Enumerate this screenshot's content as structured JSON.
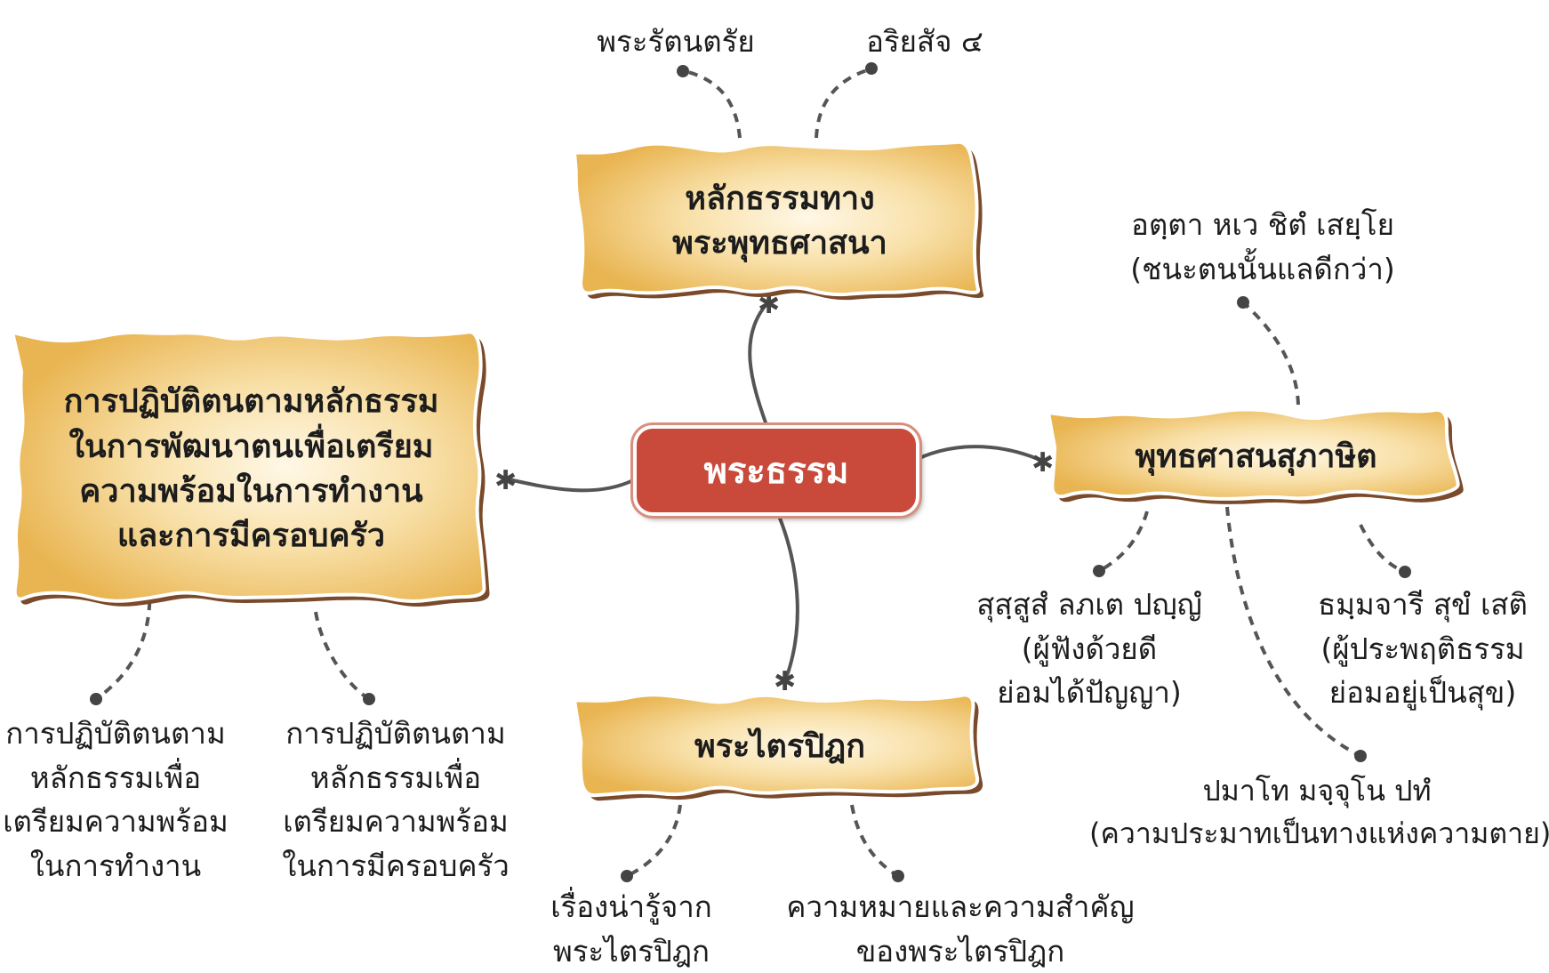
{
  "center": {
    "label": "พระธรรม"
  },
  "nodes": {
    "doctrine": {
      "lines": [
        "หลักธรรมทาง",
        "พระพุทธศาสนา"
      ]
    },
    "practice": {
      "lines": [
        "การปฏิบัติตนตามหลักธรรม",
        "ในการพัฒนาตนเพื่อเตรียม",
        "ความพร้อมในการทำงาน",
        "และการมีครอบครัว"
      ]
    },
    "proverbs": {
      "lines": [
        "พุทธศาสนสุภาษิต"
      ]
    },
    "tripitaka": {
      "lines": [
        "พระไตรปิฎก"
      ]
    }
  },
  "leaves": {
    "triple_gem": {
      "lines": [
        "พระรัตนตรัย"
      ]
    },
    "four_noble_truths": {
      "lines": [
        "อริยสัจ ๔"
      ]
    },
    "attadanta": {
      "lines": [
        "อตฺตา หเว ชิตํ เสยฺโย",
        "(ชนะตนนั้นแลดีกว่า)"
      ]
    },
    "sussusam": {
      "lines": [
        "สุสฺสูสํ ลภเต ปญฺญํ",
        "(ผู้ฟังด้วยดี",
        "ย่อมได้ปัญญา)"
      ]
    },
    "dhammacari": {
      "lines": [
        "ธมฺมจารี สุขํ เสติ",
        "(ผู้ประพฤติธรรม",
        "ย่อมอยู่เป็นสุข)"
      ]
    },
    "pamado": {
      "lines": [
        "ปมาโท มจฺจุโน ปทํ",
        "(ความประมาทเป็นทางแห่งความตาย)"
      ]
    },
    "practice_work": {
      "lines": [
        "การปฏิบัติตนตาม",
        "หลักธรรมเพื่อ",
        "เตรียมความพร้อม",
        "ในการทำงาน"
      ]
    },
    "practice_family": {
      "lines": [
        "การปฏิบัติตนตาม",
        "หลักธรรมเพื่อ",
        "เตรียมความพร้อม",
        "ในการมีครอบครัว"
      ]
    },
    "tripitaka_stories": {
      "lines": [
        "เรื่องน่ารู้จาก",
        "พระไตรปิฎก"
      ]
    },
    "tripitaka_meaning": {
      "lines": [
        "ความหมายและความสำคัญ",
        "ของพระไตรปิฎก"
      ]
    }
  },
  "colors": {
    "center_fill": "#c94a3a",
    "node_fill_edge": "#e9b552",
    "node_fill_center": "#fff8e6",
    "node_border": "#7a4a2a",
    "connector": "#555555"
  }
}
